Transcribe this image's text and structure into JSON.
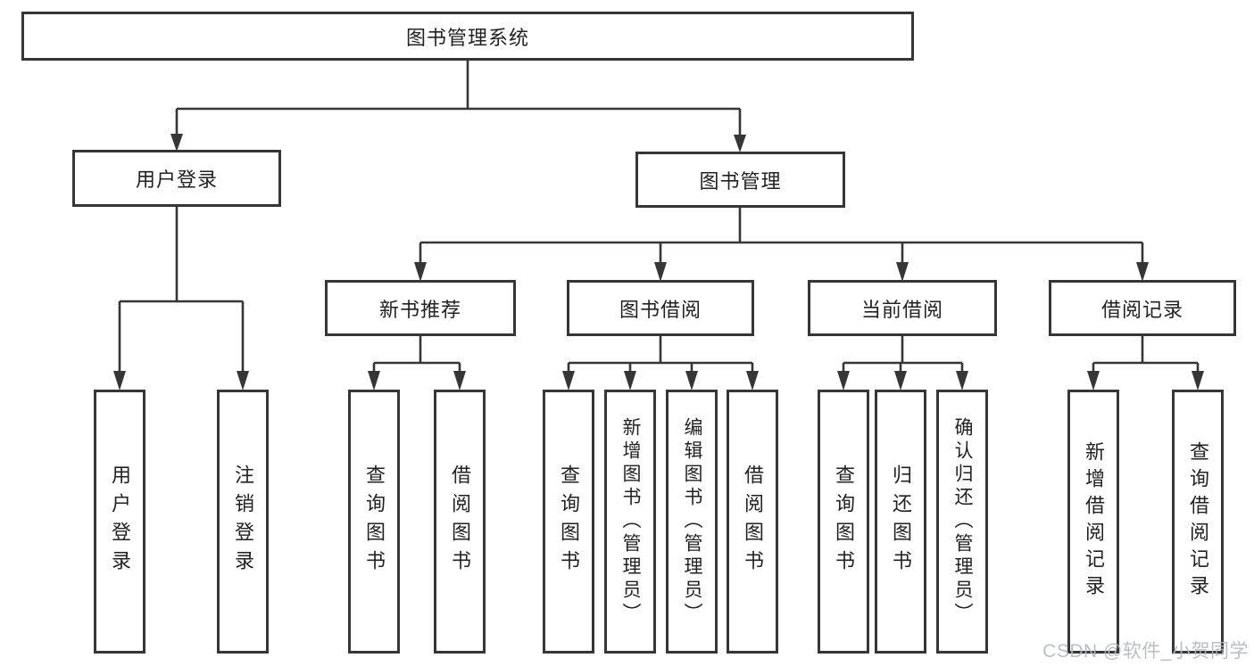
{
  "diagram_type": "hierarchy-tree",
  "colors": {
    "line": "#363636",
    "box_border": "#363636",
    "box_background": "#ffffff",
    "text": "#222222",
    "watermark": "#b3b7bf"
  },
  "watermark": "CSDN @软件_小贺同学",
  "tree": {
    "label": "图书管理系统",
    "children": [
      {
        "label": "用户登录",
        "children": [
          {
            "label": "用户登录"
          },
          {
            "label": "注销登录"
          }
        ]
      },
      {
        "label": "图书管理",
        "children": [
          {
            "label": "新书推荐",
            "children": [
              {
                "label": "查询图书"
              },
              {
                "label": "借阅图书"
              }
            ]
          },
          {
            "label": "图书借阅",
            "children": [
              {
                "label": "查询图书"
              },
              {
                "label": "新增图书（管理员）"
              },
              {
                "label": "编辑图书（管理员）"
              },
              {
                "label": "借阅图书"
              }
            ]
          },
          {
            "label": "当前借阅",
            "children": [
              {
                "label": "查询图书"
              },
              {
                "label": "归还图书"
              },
              {
                "label": "确认归还（管理员）"
              }
            ]
          },
          {
            "label": "借阅记录",
            "children": [
              {
                "label": "新增借阅记录"
              },
              {
                "label": "查询借阅记录"
              }
            ]
          }
        ]
      }
    ]
  }
}
